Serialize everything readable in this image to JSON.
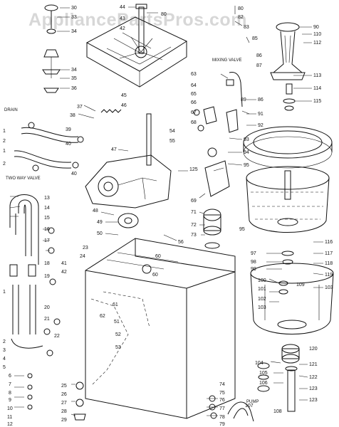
{
  "watermark": "AppliancePartsPros.com",
  "captions": {
    "mixing_valve": "MIXING VALVE",
    "two_way_valve": "TWO WAY VALVE",
    "pump": "PUMP",
    "drain": "DRAIN"
  },
  "callouts": {
    "c30": "30",
    "c33": "33",
    "c34": "34",
    "c35": "35",
    "c36": "36",
    "c37": "37",
    "c38": "38",
    "c39": "39",
    "c40": "40",
    "c44": "44",
    "c43": "43",
    "c42": "42",
    "c45": "45",
    "c46": "46",
    "c47": "47",
    "c80": "80",
    "c82": "82",
    "c83": "83",
    "c84": "84",
    "c85": "85",
    "c86": "86",
    "c87": "87",
    "c90": "90",
    "c110": "110",
    "c112": "112",
    "c113": "113",
    "c114": "114",
    "c115": "115",
    "c63": "63",
    "c64": "64",
    "c65": "65",
    "c66": "66",
    "c67": "67",
    "c68": "68",
    "c89": "89",
    "c91": "91",
    "c92": "92",
    "c93": "93",
    "c94": "94",
    "c95": "95",
    "c54": "54",
    "c55": "55",
    "c125": "125",
    "c69": "69",
    "c71": "71",
    "c72": "72",
    "c73": "73",
    "c48": "48",
    "c49": "49",
    "c50": "50",
    "c56": "56",
    "c13": "13",
    "c14": "14",
    "c15": "15",
    "c16": "16",
    "c17": "17",
    "c18": "18",
    "c19": "19",
    "c20": "20",
    "c21": "21",
    "c22": "22",
    "c23": "23",
    "c24": "24",
    "c97": "97",
    "c98": "98",
    "c99": "99",
    "c100": "100",
    "c101": "101",
    "c102": "102",
    "c103": "103",
    "c109": "109",
    "c116": "116",
    "c117": "117",
    "c118": "118",
    "c119": "119",
    "c104": "104",
    "c105": "105",
    "c106": "106",
    "c107": "107",
    "c108": "108",
    "c120": "120",
    "c121": "121",
    "c122": "122",
    "c123": "123",
    "c25": "25",
    "c26": "26",
    "c27": "27",
    "c28": "28",
    "c29": "29",
    "c74": "74",
    "c75": "75",
    "c76": "76",
    "c77": "77",
    "c78": "78",
    "c79": "79",
    "c51": "51",
    "c52": "52",
    "c53": "53",
    "c60": "60",
    "c61": "61",
    "c62": "62",
    "c1": "1",
    "c2": "2",
    "c3": "3",
    "c4": "4",
    "c5": "5",
    "c6": "6",
    "c7": "7",
    "c8": "8",
    "c9": "9",
    "c10": "10",
    "c11": "11",
    "c12": "12",
    "c41": "41"
  }
}
